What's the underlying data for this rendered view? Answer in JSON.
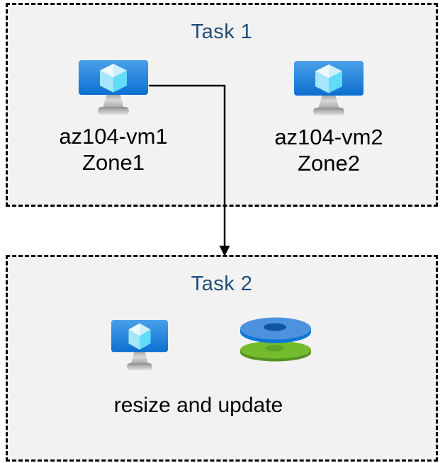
{
  "task1": {
    "title": "Task 1",
    "nodes": [
      {
        "icon": "virtual-machine-icon",
        "name": "az104-vm1",
        "zone": "Zone1"
      },
      {
        "icon": "virtual-machine-icon",
        "name": "az104-vm2",
        "zone": "Zone2"
      }
    ]
  },
  "task2": {
    "title": "Task 2",
    "icons": [
      "virtual-machine-icon",
      "disks-icon"
    ],
    "caption": "resize and update"
  },
  "connector": {
    "type": "elbow-arrow",
    "from": "az104-vm1",
    "to": "Task 2"
  },
  "colors": {
    "box_fill": "#f2f2f2",
    "box_border": "#000000",
    "title_text": "#1f4e79",
    "label_text": "#000000",
    "arrow": "#000000",
    "vm_screen_gradient_top": "#4aa0ea",
    "vm_screen_gradient_bottom": "#0c6fd0",
    "cube_top_left": "#edf9fe",
    "cube_top_right": "#cdf0fc",
    "cube_left": "#a5e6fa",
    "cube_right": "#5fdcfa",
    "stand_gray": "#b5b5b5",
    "disk_blue_top": "#4d92de",
    "disk_blue_side": "#0b76d8",
    "disk_blue_hole": "#0f57a0",
    "disk_green_top": "#74bc2e",
    "disk_green_side": "#569122",
    "disk_green_hole": "#5ca426"
  }
}
